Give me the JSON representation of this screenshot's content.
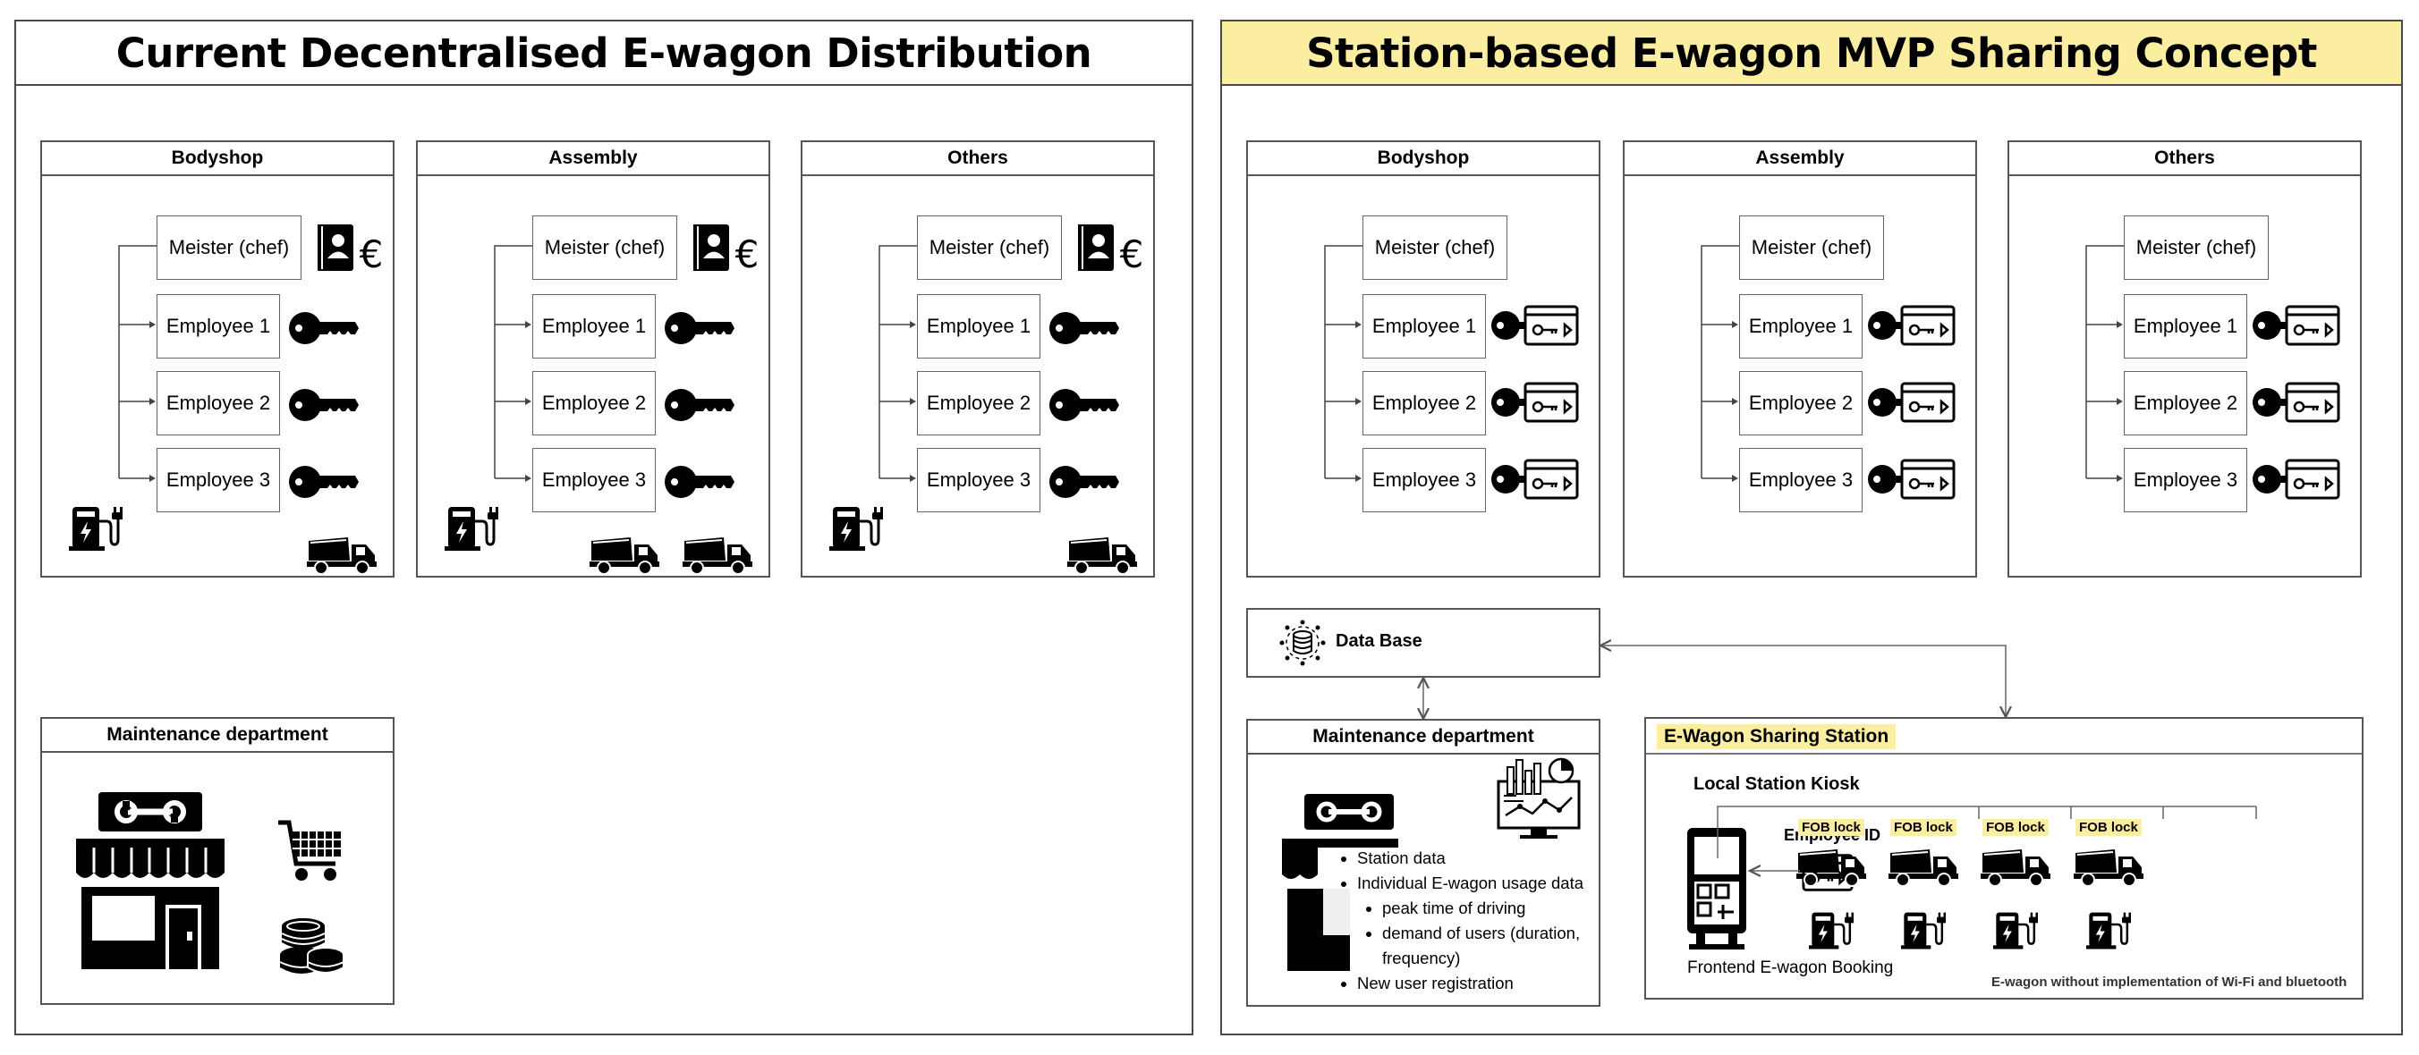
{
  "left": {
    "title": "Current Decentralised E-wagon Distribution",
    "departments": [
      {
        "name": "Bodyshop",
        "meister": "Meister (chef)",
        "employees": [
          "Employee 1",
          "Employee 2",
          "Employee 3"
        ],
        "trucks": 1
      },
      {
        "name": "Assembly",
        "meister": "Meister (chef)",
        "employees": [
          "Employee 1",
          "Employee 2",
          "Employee 3"
        ],
        "trucks": 2
      },
      {
        "name": "Others",
        "meister": "Meister (chef)",
        "employees": [
          "Employee 1",
          "Employee 2",
          "Employee 3"
        ],
        "trucks": 1
      }
    ],
    "maintenance": {
      "name": "Maintenance department"
    }
  },
  "right": {
    "title": "Station-based E-wagon MVP Sharing Concept",
    "title_bg": "#fbeea1",
    "departments": [
      {
        "name": "Bodyshop",
        "meister": "Meister (chef)",
        "employees": [
          "Employee 1",
          "Employee 2",
          "Employee 3"
        ]
      },
      {
        "name": "Assembly",
        "meister": "Meister (chef)",
        "employees": [
          "Employee 1",
          "Employee 2",
          "Employee 3"
        ]
      },
      {
        "name": "Others",
        "meister": "Meister (chef)",
        "employees": [
          "Employee 1",
          "Employee 2",
          "Employee 3"
        ]
      }
    ],
    "database": {
      "label": "Data Base"
    },
    "maintenance": {
      "name": "Maintenance department",
      "items": [
        "Station data",
        "Individual E-wagon usage data",
        "New user registration"
      ],
      "sub_items": [
        "peak time of driving",
        "demand of users (duration, frequency)"
      ]
    },
    "station": {
      "title": "E-Wagon Sharing Station",
      "kiosk_label": "Local Station Kiosk",
      "employee_id": "Employee ID",
      "booking_label": "Frontend E-wagon Booking",
      "fob_label": "FOB lock",
      "note": "E-wagon without implementation of Wi-Fi and bluetooth"
    }
  },
  "colors": {
    "highlight": "#fbeea1",
    "border": "#4a4a4a",
    "icon": "#000000"
  }
}
